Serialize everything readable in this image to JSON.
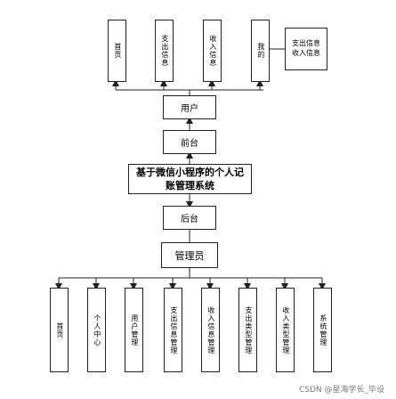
{
  "top_modules": [
    "首页",
    "支出信息",
    "收入信息",
    "我的"
  ],
  "side_box": [
    "支出信息",
    "收入信息"
  ],
  "chain": {
    "user": "用户",
    "frontend": "前台",
    "system_line1": "基于微信小程序的个人记",
    "system_line2": "账管理系统",
    "backend": "后台",
    "admin": "管理员"
  },
  "bottom_modules": [
    "首页",
    "个人中心",
    "用户管理",
    "支出信息管理",
    "收入信息管理",
    "支出类型管理",
    "收入类型管理",
    "系统管理"
  ],
  "watermark": "CSDN @星海学长_毕设"
}
